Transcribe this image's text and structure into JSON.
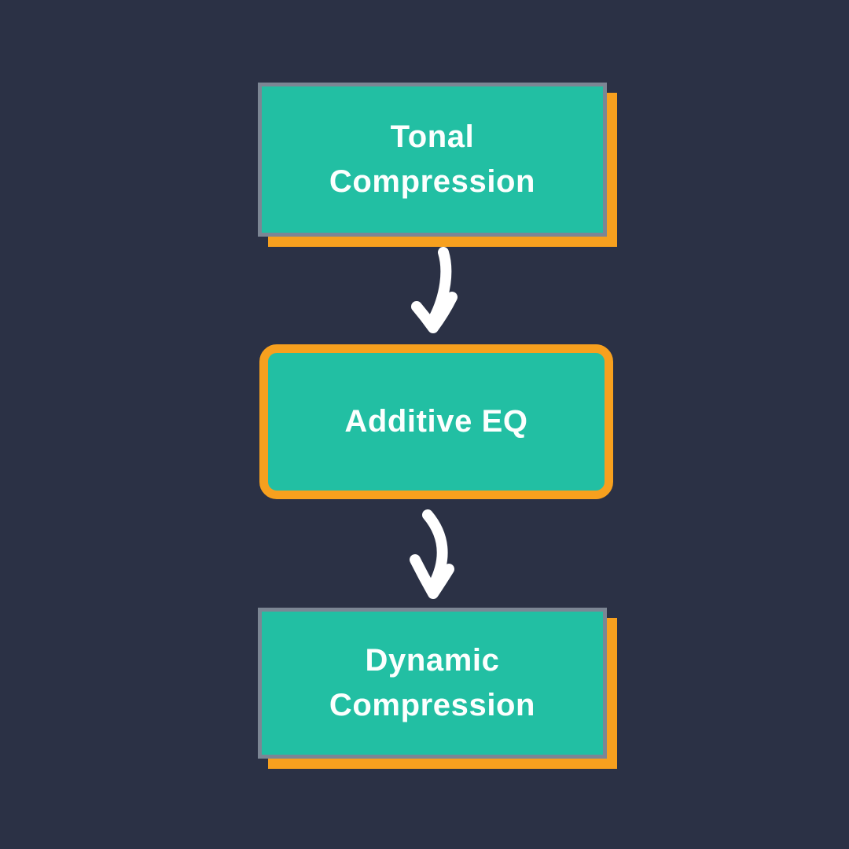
{
  "diagram": {
    "description": "Vertical three-step flowchart",
    "nodes": [
      {
        "id": 1,
        "label": "Tonal Compression",
        "style": "plain-orange-shadow"
      },
      {
        "id": 2,
        "label": "Additive EQ",
        "style": "orange-outline"
      },
      {
        "id": 3,
        "label": "Dynamic Compression",
        "style": "plain-orange-shadow"
      }
    ],
    "connectors": [
      {
        "from": 1,
        "to": 2,
        "icon": "hand-drawn-down-arrow"
      },
      {
        "from": 2,
        "to": 3,
        "icon": "hand-drawn-down-arrow"
      }
    ]
  },
  "colors": {
    "background": "#2B3145",
    "teal": "#22BFA3",
    "orange": "#F7A01E",
    "gray-border": "#7C8694",
    "text": "#FCFFFE",
    "arrow": "#FFFFFF"
  }
}
